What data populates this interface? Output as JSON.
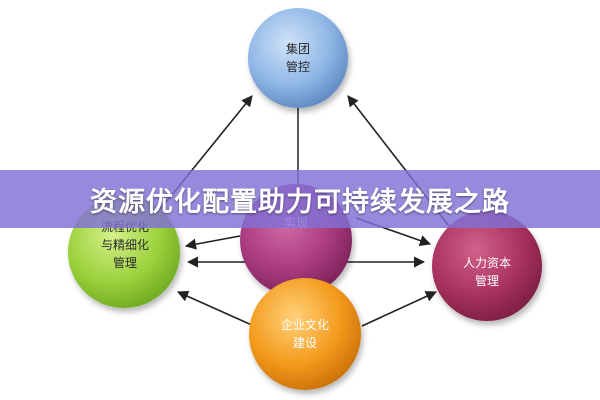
{
  "banner": {
    "title": "资源优化配置助力可持续发展之路"
  },
  "nodes": {
    "top": {
      "label": "集团\n管控",
      "color": "#8fb7e6"
    },
    "left": {
      "label": "流程优化\n与精细化\n管理",
      "color": "#9bd13c"
    },
    "center": {
      "label": "实现",
      "color": "#a83a7e"
    },
    "right": {
      "label": "人力资本\n管理",
      "color": "#a8325e"
    },
    "bottom": {
      "label": "企业文化\n建设",
      "color": "#f39a1c"
    }
  }
}
